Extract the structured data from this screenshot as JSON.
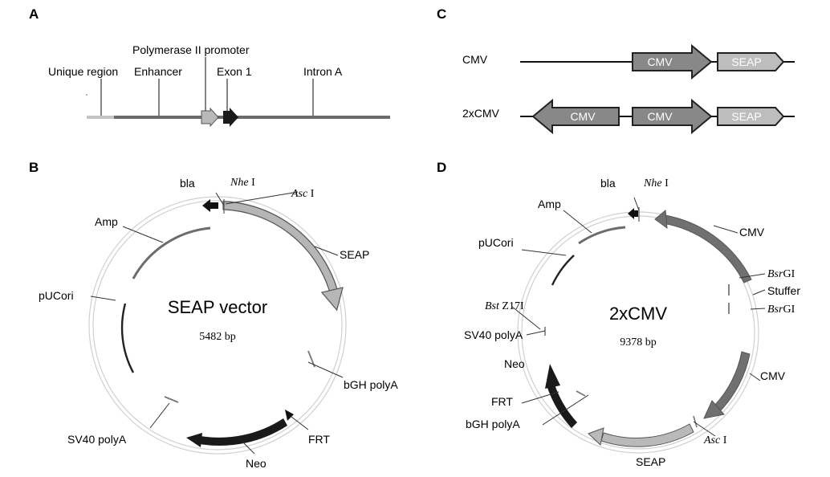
{
  "panels": {
    "a": "A",
    "b": "B",
    "c": "C",
    "d": "D"
  },
  "colors": {
    "dark": "#1e1e1e",
    "mid": "#6e6e6e",
    "light": "#aaaaaa",
    "ring": "#cfcfcf",
    "line": "#444444"
  },
  "panel_a": {
    "labels": {
      "unique_region": "Unique region",
      "enhancer": "Enhancer",
      "promoter": "Polymerase II promoter",
      "exon": "Exon 1",
      "intron": "Intron A"
    }
  },
  "panel_c": {
    "row1_name": "CMV",
    "row2_name": "2xCMV",
    "cmv": "CMV",
    "seap": "SEAP"
  },
  "panel_b": {
    "title": "SEAP vector",
    "size": "5482 bp",
    "labels": {
      "bla": "bla",
      "nhe_it": "Nhe",
      "nhe_num": " I",
      "asc_it": "Asc",
      "asc_num": " I",
      "seap": "SEAP",
      "amp": "Amp",
      "pucori": "pUCori",
      "bgh": "bGH polyA",
      "sv40": "SV40 polyA",
      "frt": "FRT",
      "neo": "Neo"
    }
  },
  "panel_d": {
    "title": "2xCMV",
    "size": "9378 bp",
    "labels": {
      "bla": "bla",
      "nhe_it": "Nhe",
      "nhe_num": " I",
      "amp": "Amp",
      "cmv1": "CMV",
      "pucori": "pUCori",
      "bsr1_it": "Bsr",
      "bsr1_num": "GI",
      "stuffer": "Stuffer",
      "bsr2_it": "Bsr",
      "bsr2_num": "GI",
      "bst_it": "Bst",
      "bst_num": " Z17I",
      "sv40": "SV40 polyA",
      "neo": "Neo",
      "cmv2": "CMV",
      "frt": "FRT",
      "bgh": "bGH polyA",
      "asc_it": "Asc",
      "asc_num": " I",
      "seap": "SEAP"
    }
  }
}
